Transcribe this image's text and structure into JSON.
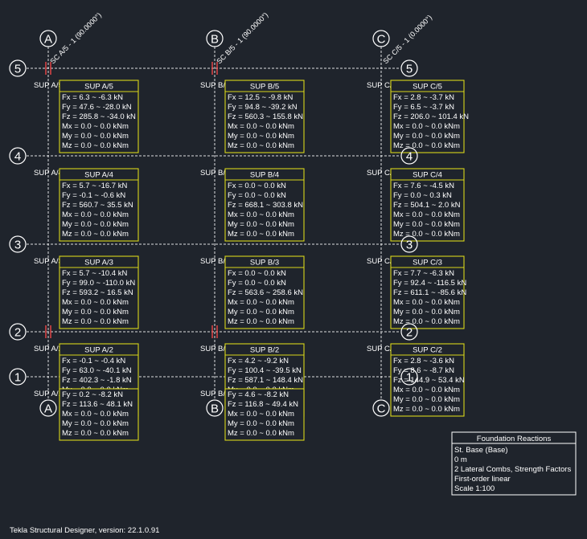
{
  "grid": {
    "columns": [
      {
        "label": "A",
        "sc_label": "SC A/5 - 1  (90.0000°)"
      },
      {
        "label": "B",
        "sc_label": "SC B/5 - 1  (90.0000°)"
      },
      {
        "label": "C",
        "sc_label": "SC C/5 - 1  (0.0000°)"
      }
    ],
    "rows": [
      "5",
      "4",
      "3",
      "2",
      "1"
    ]
  },
  "supports": [
    {
      "id": "A5",
      "label": "SUP A/5",
      "title": "SUP A/5",
      "lines": [
        "Fx = 6.3 ~ -6.3 kN",
        "Fy = 47.6 ~ -28.0 kN",
        "Fz = 285.8 ~ -34.0 kN",
        "Mx = 0.0 ~ 0.0 kNm",
        "My = 0.0 ~ 0.0 kNm",
        "Mz = 0.0 ~ 0.0 kNm"
      ]
    },
    {
      "id": "B5",
      "label": "SUP B/5",
      "title": "SUP B/5",
      "lines": [
        "Fx = 12.5 ~ -9.8 kN",
        "Fy = 94.8 ~ -39.2 kN",
        "Fz = 560.3 ~ 155.8 kN",
        "Mx = 0.0 ~ 0.0 kNm",
        "My = 0.0 ~ 0.0 kNm",
        "Mz = 0.0 ~ 0.0 kNm"
      ]
    },
    {
      "id": "C5",
      "label": "SUP C/5",
      "title": "SUP C/5",
      "lines": [
        "Fx = 2.8 ~ -3.7 kN",
        "Fy = 6.5 ~ -3.7 kN",
        "Fz = 206.0 ~ 101.4 kN",
        "Mx = 0.0 ~ 0.0 kNm",
        "My = 0.0 ~ 0.0 kNm",
        "Mz = 0.0 ~ 0.0 kNm"
      ]
    },
    {
      "id": "A4",
      "label": "SUP A/4",
      "title": "SUP A/4",
      "lines": [
        "Fx = 5.7 ~ -16.7 kN",
        "Fy = -0.1 ~ -0.6 kN",
        "Fz = 560.7 ~ 35.5 kN",
        "Mx = 0.0 ~ 0.0 kNm",
        "My = 0.0 ~ 0.0 kNm",
        "Mz = 0.0 ~ 0.0 kNm"
      ]
    },
    {
      "id": "B4",
      "label": "SUP B/4",
      "title": "SUP B/4",
      "lines": [
        "Fx = 0.0 ~ 0.0 kN",
        "Fy = 0.0 ~ 0.0 kN",
        "Fz = 668.1 ~ 303.8 kN",
        "Mx = 0.0 ~ 0.0 kNm",
        "My = 0.0 ~ 0.0 kNm",
        "Mz = 0.0 ~ 0.0 kNm"
      ]
    },
    {
      "id": "C4",
      "label": "SUP C/4",
      "title": "SUP C/4",
      "lines": [
        "Fx = 7.6 ~ -4.5 kN",
        "Fy = 0.0 ~ 0.3 kN",
        "Fz = 504.1 ~ 2.0 kN",
        "Mx = 0.0 ~ 0.0 kNm",
        "My = 0.0 ~ 0.0 kNm",
        "Mz = 0.0 ~ 0.0 kNm"
      ]
    },
    {
      "id": "A3",
      "label": "SUP A/3",
      "title": "SUP A/3",
      "lines": [
        "Fx = 5.7 ~ -10.4 kN",
        "Fy = 99.0 ~ -110.0 kN",
        "Fz = 593.2 ~ 16.5 kN",
        "Mx = 0.0 ~ 0.0 kNm",
        "My = 0.0 ~ 0.0 kNm",
        "Mz = 0.0 ~ 0.0 kNm"
      ]
    },
    {
      "id": "B3",
      "label": "SUP B/3",
      "title": "SUP B/3",
      "lines": [
        "Fx = 0.0 ~ 0.0 kN",
        "Fy = 0.0 ~ 0.0 kN",
        "Fz = 563.6 ~ 258.6 kN",
        "Mx = 0.0 ~ 0.0 kNm",
        "My = 0.0 ~ 0.0 kNm",
        "Mz = 0.0 ~ 0.0 kNm"
      ]
    },
    {
      "id": "C3",
      "label": "SUP C/3",
      "title": "SUP C/3",
      "lines": [
        "Fx = 7.7 ~ -6.3 kN",
        "Fy = 92.4 ~ -116.5 kN",
        "Fz = 611.1 ~ -85.6 kN",
        "Mx = 0.0 ~ 0.0 kNm",
        "My = 0.0 ~ 0.0 kNm",
        "Mz = 0.0 ~ 0.0 kNm"
      ]
    },
    {
      "id": "A2",
      "label": "SUP A/2",
      "title": "SUP A/2",
      "lines": [
        "Fx = -0.1 ~ -0.4 kN",
        "Fy = 63.0 ~ -40.1 kN",
        "Fz = 402.3 ~ -1.8 kN",
        "Mx = 0.0 ~ 0.0 kNm",
        "My = 0.0 ~ 0.0 kNm",
        "Mz = 0.0 ~ 0.0 kNm"
      ]
    },
    {
      "id": "B2",
      "label": "SUP B/2",
      "title": "SUP B/2",
      "lines": [
        "Fx = 4.2 ~ -9.2 kN",
        "Fy = 100.4 ~ -39.5 kN",
        "Fz = 587.1 ~ 148.4 kN",
        "Mx = 0.0 ~ 0.0 kNm",
        "My = 0.0 ~ 0.0 kNm",
        "Mz = 0.0 ~ 0.0 kNm"
      ]
    },
    {
      "id": "C2",
      "label": "SUP C/2",
      "title": "SUP C/2",
      "lines": [
        "Fx = 2.8 ~ -3.6 kN",
        "Fy = 8.6 ~ -8.7 kN",
        "Fz = 144.9 ~ 53.4 kN",
        "Mx = 0.0 ~ 0.0 kNm",
        "My = 0.0 ~ 0.0 kNm",
        "Mz = 0.0 ~ 0.0 kNm"
      ]
    },
    {
      "id": "A1",
      "label": "SUP A/1",
      "title": "SUP A/1",
      "lines": [
        "Fy = 0.2 ~ -8.2 kN",
        "Fz = 113.6 ~ 48.1 kN",
        "Mx = 0.0 ~ 0.0 kNm",
        "My = 0.0 ~ 0.0 kNm",
        "Mz = 0.0 ~ 0.0 kNm"
      ]
    },
    {
      "id": "B1",
      "label": "SUP B/1",
      "title": "SUP B/1",
      "lines": [
        "Fy = 4.6 ~ -8.2 kN",
        "Fz = 116.8 ~ 49.4 kN",
        "Mx = 0.0 ~ 0.0 kNm",
        "My = 0.0 ~ 0.0 kNm",
        "Mz = 0.0 ~ 0.0 kNm"
      ]
    }
  ],
  "legend": {
    "title": "Foundation Reactions",
    "lines": [
      "St. Base (Base)",
      "0 m",
      "2 Lateral Combs, Strength Factors",
      "First-order linear",
      "Scale 1:100"
    ]
  },
  "footer": {
    "version": "Tekla Structural Designer, version: 22.1.0.91"
  }
}
